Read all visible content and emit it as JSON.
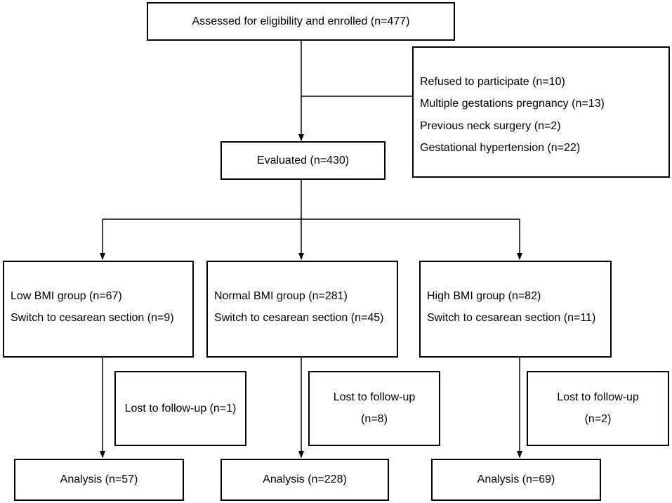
{
  "enrollment": {
    "label": "Assessed for eligibility and enrolled (n=477)"
  },
  "exclusions": {
    "items": [
      "Refused to participate (n=10)",
      "Multiple gestations pregnancy (n=13)",
      "Previous neck surgery (n=2)",
      "Gestational hypertension (n=22)"
    ]
  },
  "evaluated": {
    "label": "Evaluated (n=430)"
  },
  "groups": [
    {
      "group_label": "Low BMI group (n=67)",
      "switch_label": "Switch to cesarean section (n=9)",
      "lost_lines": [
        "Lost to follow-up (n=1)"
      ],
      "analysis_label": "Analysis (n=57)"
    },
    {
      "group_label": "Normal BMI group (n=281)",
      "switch_label": "Switch to cesarean section (n=45)",
      "lost_lines": [
        "Lost to follow-up",
        "(n=8)"
      ],
      "analysis_label": "Analysis (n=228)"
    },
    {
      "group_label": "High BMI group (n=82)",
      "switch_label": "Switch to cesarean section (n=11)",
      "lost_lines": [
        "Lost to follow-up",
        "(n=2)"
      ],
      "analysis_label": "Analysis (n=69)"
    }
  ]
}
